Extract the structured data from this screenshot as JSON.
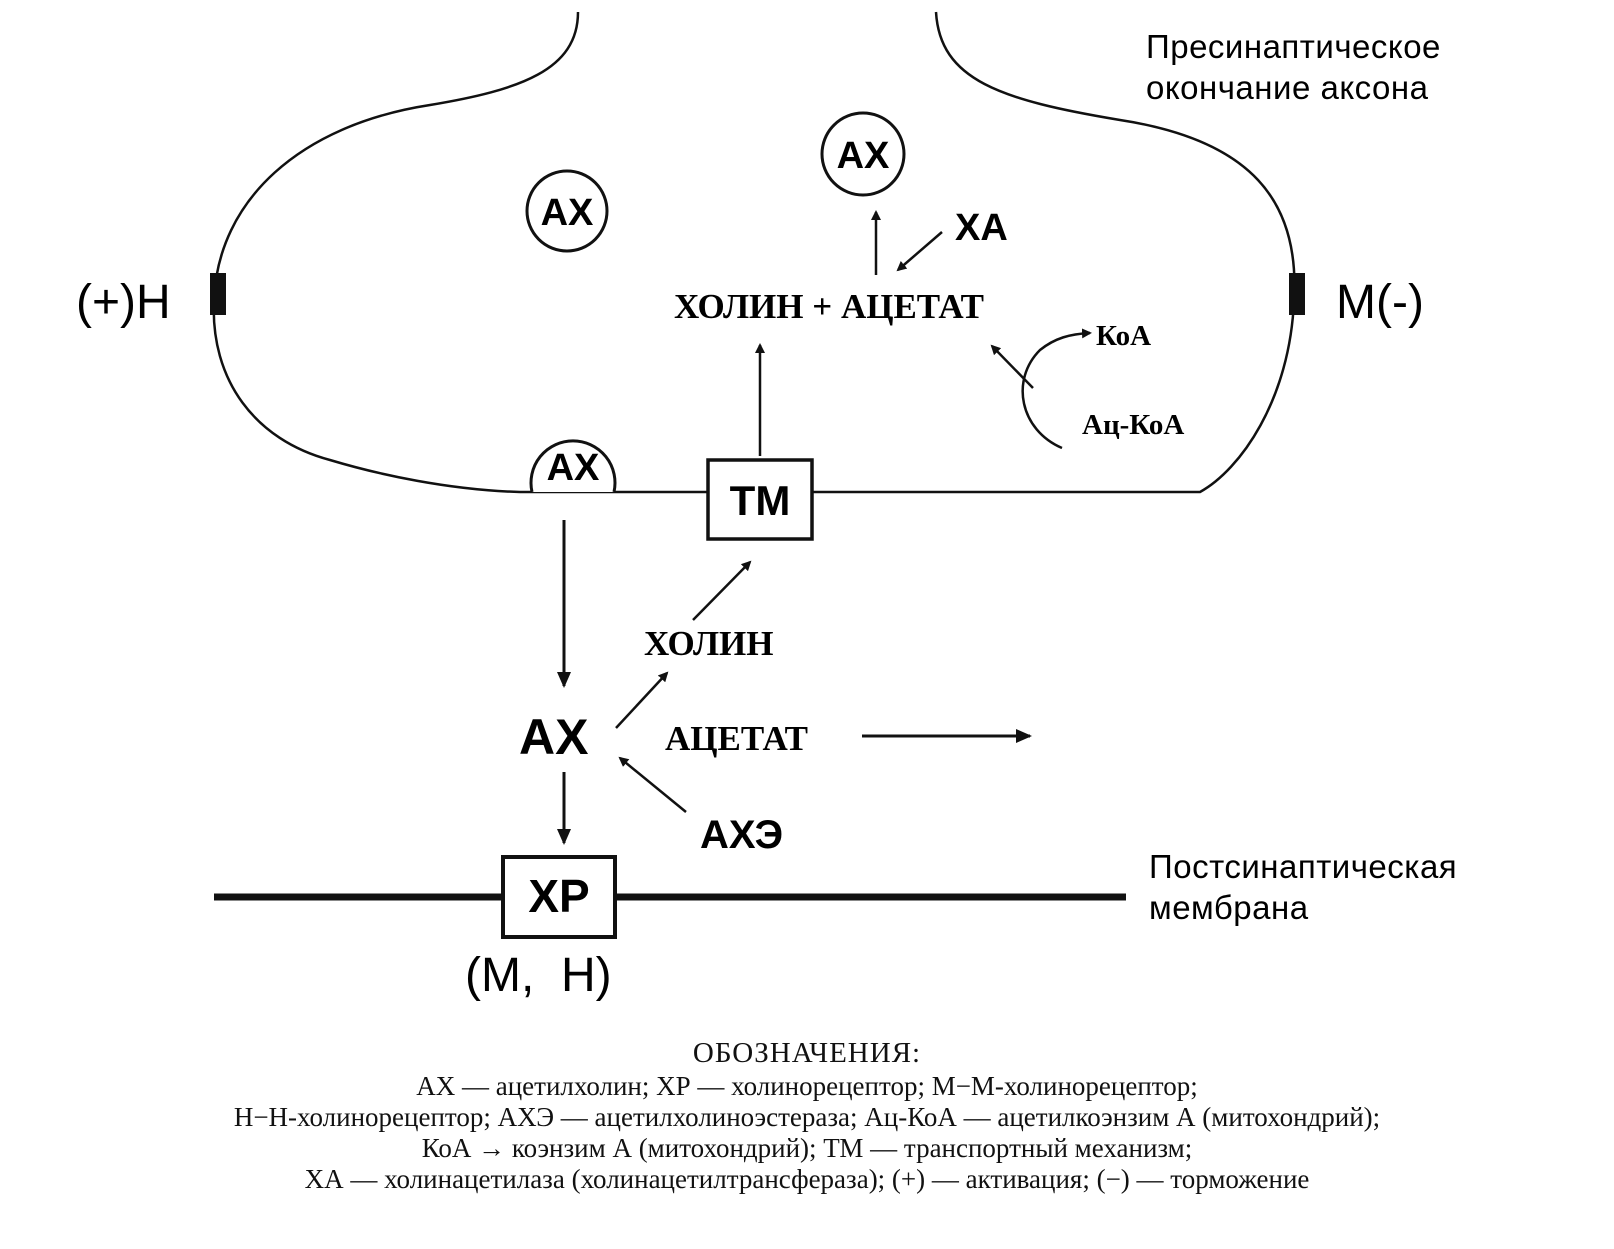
{
  "labels": {
    "presynaptic_line1": "Пресинаптическое",
    "presynaptic_line2": "окончание аксона",
    "postsynaptic_line1": "Постсинаптическая",
    "postsynaptic_line2": "мембрана",
    "receptor_left": "(+)Н",
    "receptor_right": "М(-)",
    "vesicle_top": "АХ",
    "vesicle_left": "АХ",
    "vesicle_membrane": "АХ",
    "xa": "ХА",
    "choline_acetate": "ХОЛИН + АЦЕТАТ",
    "koa": "КоА",
    "ac_koa": "Ац-КоА",
    "tm_box": "ТМ",
    "choline": "ХОЛИН",
    "ax_cleft": "АХ",
    "acetate": "АЦЕТАТ",
    "axe": "АХЭ",
    "xr_box": "ХР",
    "xr_types": "(М,  Н)"
  },
  "legend": {
    "title": "ОБОЗНАЧЕНИЯ:",
    "lines": [
      "АХ — ацетилхолин; ХР — холинорецептор; М−М-холинорецептор;",
      "Н−Н-холинорецептор; АХЭ — ацетилхолиноэстераза; Ац-КоА — ацетилкоэнзим А (митохондрий);",
      "КоА → коэнзим А (митохондрий); ТМ — транспортный механизм;",
      "ХА — холинацетилаза (холинацетилтрансфераза); (+) — активация; (−) — торможение"
    ]
  }
}
